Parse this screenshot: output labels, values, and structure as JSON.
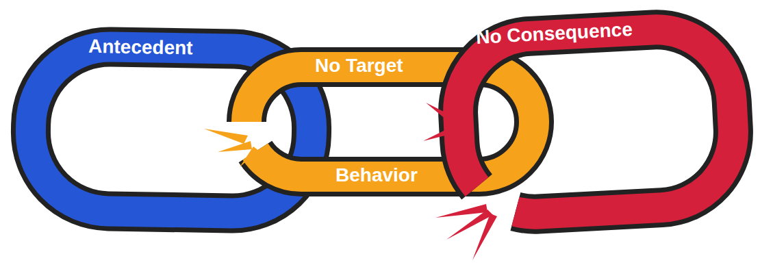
{
  "diagram": {
    "nodes": [
      {
        "text": [
          "Antecedent"
        ]
      },
      {
        "text": [
          "No Target",
          "Behavior"
        ]
      },
      {
        "text": [
          "No Consequence"
        ]
      }
    ]
  }
}
